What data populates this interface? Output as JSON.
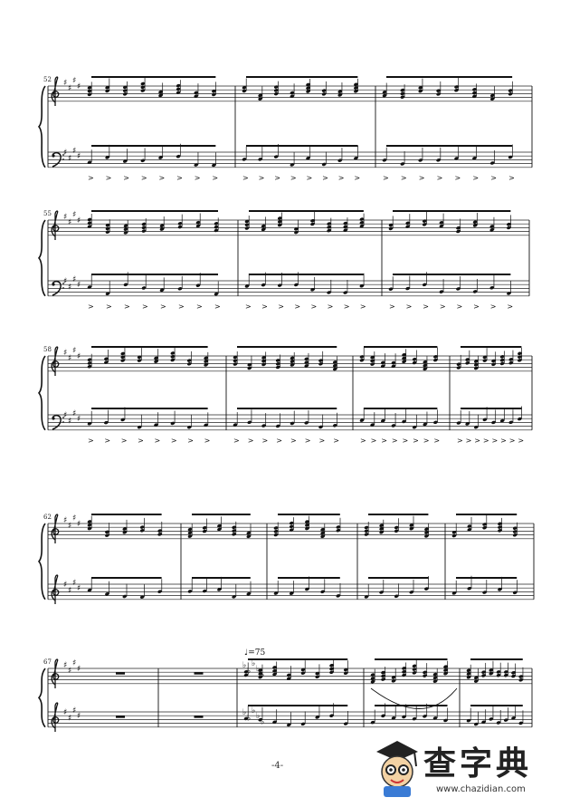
{
  "page": {
    "number_text": "-4-"
  },
  "systems": [
    {
      "first_measure": "52"
    },
    {
      "first_measure": "55"
    },
    {
      "first_measure": "58"
    },
    {
      "first_measure": "62"
    },
    {
      "first_measure": "67"
    }
  ],
  "tempo": {
    "text": "♩=75"
  },
  "watermark": {
    "title": "查字典",
    "url": "www.chazidian.com",
    "logo": "mascot-logo"
  },
  "colors": {
    "ink": "#111111",
    "paper": "#ffffff"
  }
}
